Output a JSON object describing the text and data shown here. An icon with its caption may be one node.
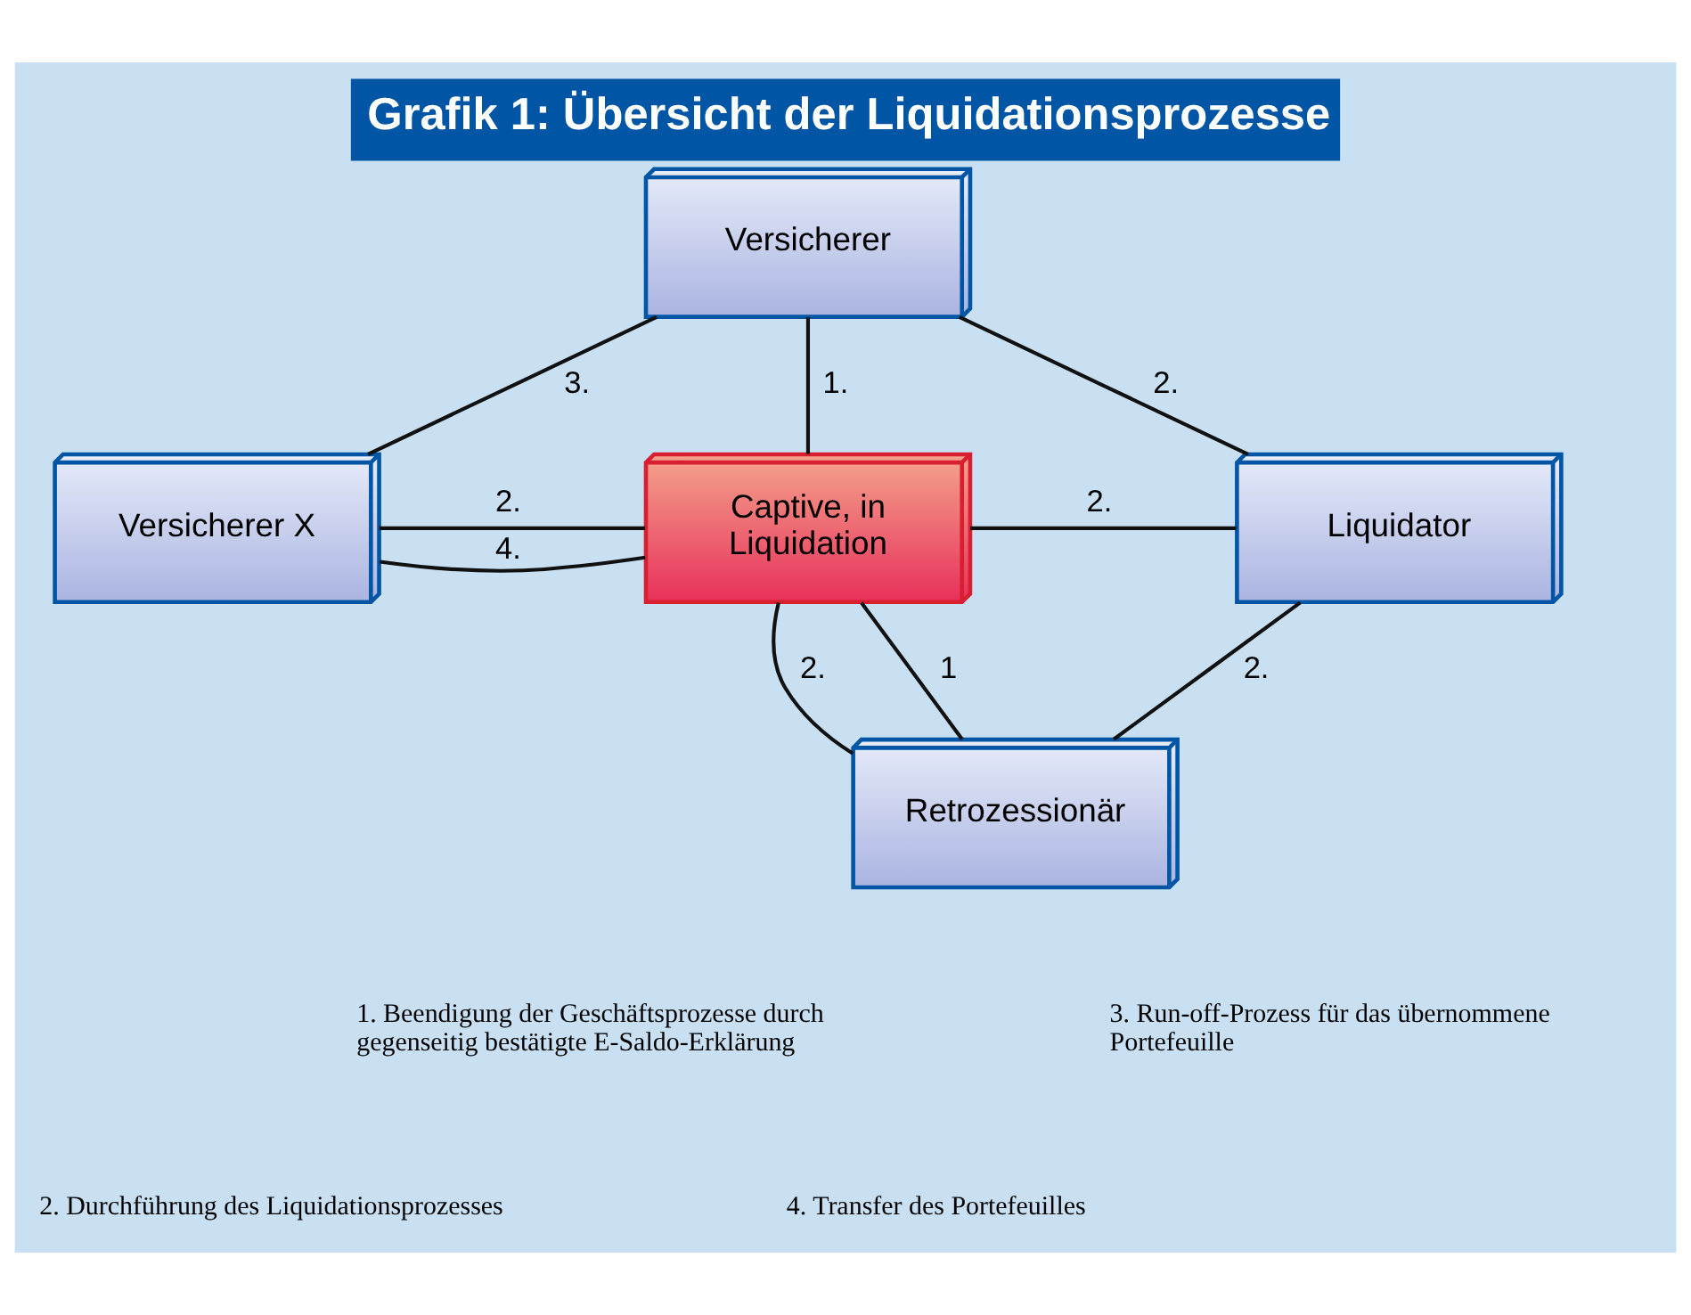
{
  "diagram": {
    "title": "Grafik 1: Übersicht der Liquidationsprozesse",
    "nodes": [
      {
        "text": [
          "Versicherer"
        ]
      },
      {
        "text": [
          "Versicherer X"
        ]
      },
      {
        "text": [
          "Captive, in Liquidation"
        ]
      },
      {
        "text": [
          "Liquidator"
        ]
      },
      {
        "text": [
          "Retrozessionär"
        ]
      }
    ],
    "edges": [
      {
        "from": 0,
        "to": 1,
        "arrow": "none",
        "label": "3."
      },
      {
        "from": 0,
        "to": 2,
        "arrow": "none",
        "label": "1."
      },
      {
        "from": 0,
        "to": 3,
        "arrow": "none",
        "label": "2."
      },
      {
        "from": 1,
        "to": 2,
        "arrow": "none",
        "label": "2."
      },
      {
        "from": 1,
        "to": 2,
        "arrow": "none",
        "label": "4."
      },
      {
        "from": 2,
        "to": 3,
        "arrow": "none",
        "label": "2."
      },
      {
        "from": 2,
        "to": 4,
        "arrow": "none",
        "label": "2."
      },
      {
        "from": 2,
        "to": 4,
        "arrow": "none",
        "label": "1"
      },
      {
        "from": 3,
        "to": 4,
        "arrow": "none",
        "label": "2."
      }
    ],
    "labels": [
      "1. Beendigung der Geschäftsprozesse durch gegenseitig bestätigte E-Saldo-Erklärung",
      "3. Run-off-Prozess für das übernommene Portefeuille",
      "2. Durchführung des Liquidationsprozesses",
      "4. Transfer des Portefeuilles"
    ]
  }
}
